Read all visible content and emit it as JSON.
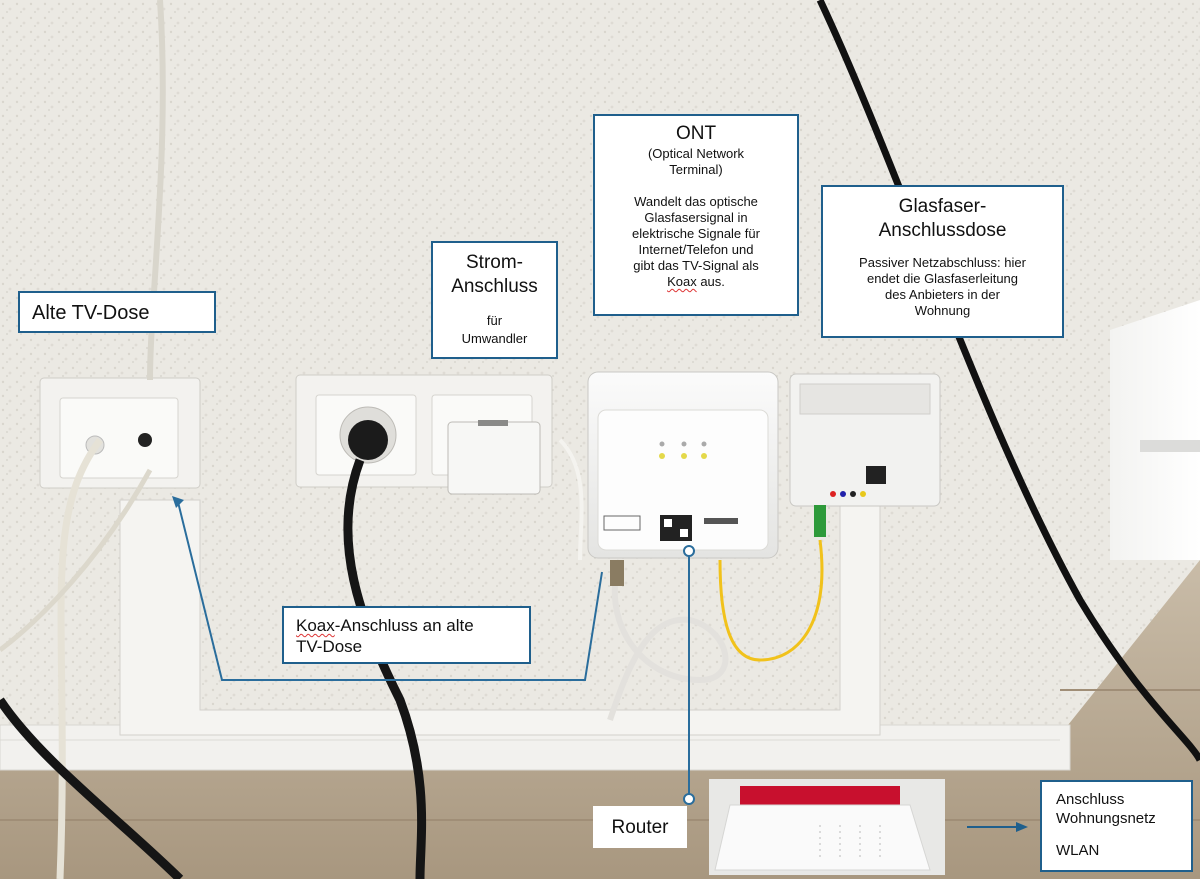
{
  "callouts": {
    "alte_tv_dose": {
      "title": "Alte TV-Dose"
    },
    "strom": {
      "title": "Strom-\nAnschluss",
      "sub1": "für",
      "sub2": "Umwandler"
    },
    "ont": {
      "title": "ONT",
      "subtitle": "(Optical Network\nTerminal)",
      "desc": "Wandelt das optische\nGlasfasersignal in\nelektrische Signale für\nInternet/Telefon und\ngibt das TV-Signal als",
      "desc_last_squig": "Koax",
      "desc_last_rest": " aus."
    },
    "glasfaser": {
      "title": "Glasfaser-\nAnschlussdose",
      "desc": "Passiver Netzabschluss: hier\nendet die Glasfaserleitung\ndes Anbieters in der\nWohnung"
    },
    "koax": {
      "squig": "Koax",
      "rest": "-Anschluss an alte\nTV-Dose"
    },
    "router": {
      "title": "Router"
    },
    "wohnungsnetz": {
      "line1": "Anschluss\nWohnungsnetz",
      "line2": "WLAN"
    }
  },
  "colors": {
    "wall": "#e9e7e1",
    "floor": "#b9aa96",
    "callout_border": "#1f5f8c",
    "leader_line": "#2a6d9c",
    "fiber_cable": "#f1c21b",
    "fiber_connector": "#2e9a3a",
    "router_red": "#c8102e"
  },
  "icons": [
    "tv-socket-icon",
    "power-outlet-icon",
    "ont-device-icon",
    "fiber-box-icon",
    "router-icon",
    "arrow-right-icon"
  ]
}
